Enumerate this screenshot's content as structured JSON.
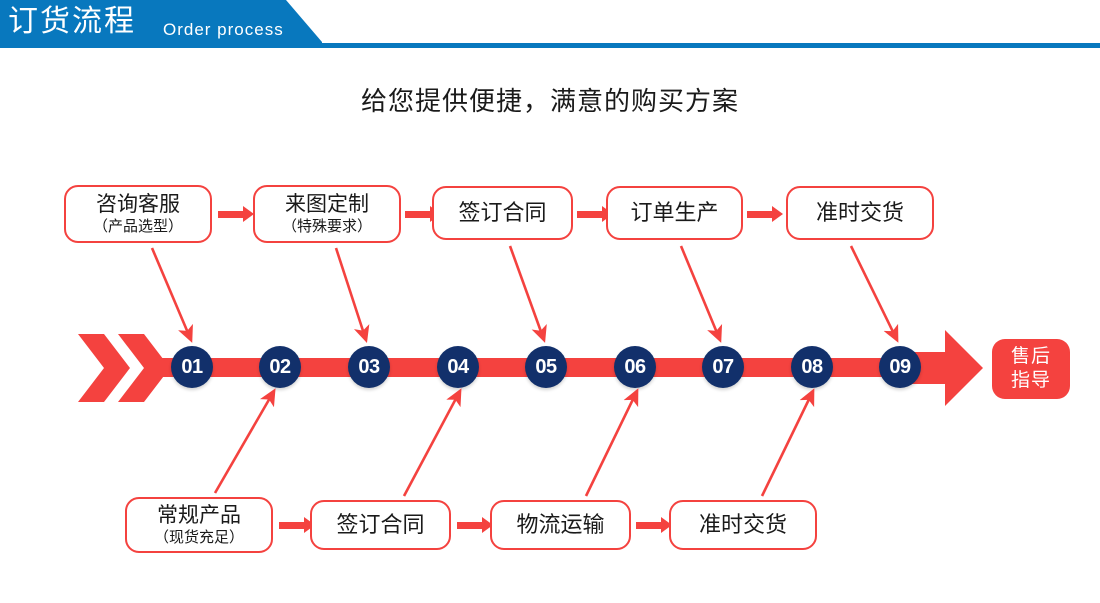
{
  "header": {
    "title_cn": "订货流程",
    "title_en": "Order process",
    "band_color": "#0878be"
  },
  "subtitle": "给您提供便捷，满意的购买方案",
  "colors": {
    "red": "#f4423f",
    "navy": "#12306b",
    "blue": "#0878be",
    "text": "#1a1a1a"
  },
  "top_row": [
    {
      "main": "咨询客服",
      "sub": "（产品选型）"
    },
    {
      "main": "来图定制",
      "sub": "（特殊要求）"
    },
    {
      "main": "签订合同",
      "sub": ""
    },
    {
      "main": "订单生产",
      "sub": ""
    },
    {
      "main": "准时交货",
      "sub": ""
    }
  ],
  "bottom_row": [
    {
      "main": "常规产品",
      "sub": "（现货充足）"
    },
    {
      "main": "签订合同",
      "sub": ""
    },
    {
      "main": "物流运输",
      "sub": ""
    },
    {
      "main": "准时交货",
      "sub": ""
    }
  ],
  "timeline": {
    "nodes": [
      "01",
      "02",
      "03",
      "04",
      "05",
      "06",
      "07",
      "08",
      "09"
    ],
    "end_label_line1": "售后",
    "end_label_line2": "指导"
  }
}
